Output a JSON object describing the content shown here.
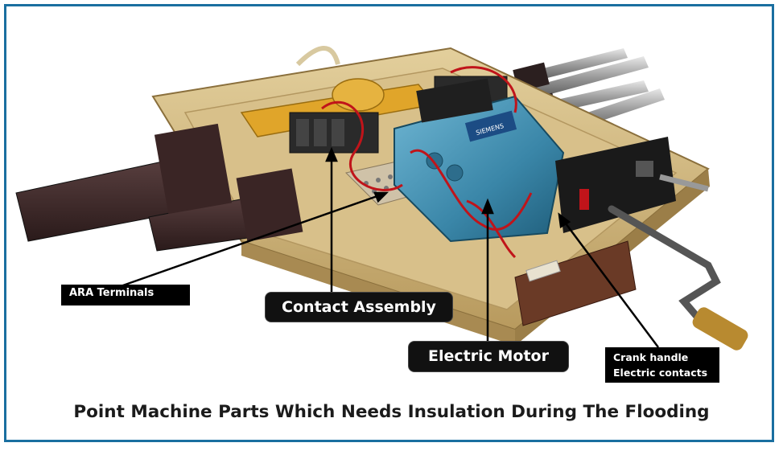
{
  "labels": {
    "ara_terminals": "ARA Terminals",
    "contact_assembly": "Contact Assembly",
    "electric_motor": "Electric Motor",
    "crank_handle_line1": "Crank handle",
    "crank_handle_line2": "Electric contacts"
  },
  "motor_plate_text": "SIEMENS",
  "caption": "Point Machine Parts Which Needs Insulation During The Flooding",
  "colors": {
    "frame_border": "#1a6fa0",
    "housing": "#c9b07a",
    "motor": "#3f8fb0",
    "wiring": "#c0141a",
    "label_bg": "#000000",
    "label_text": "#ffffff"
  }
}
